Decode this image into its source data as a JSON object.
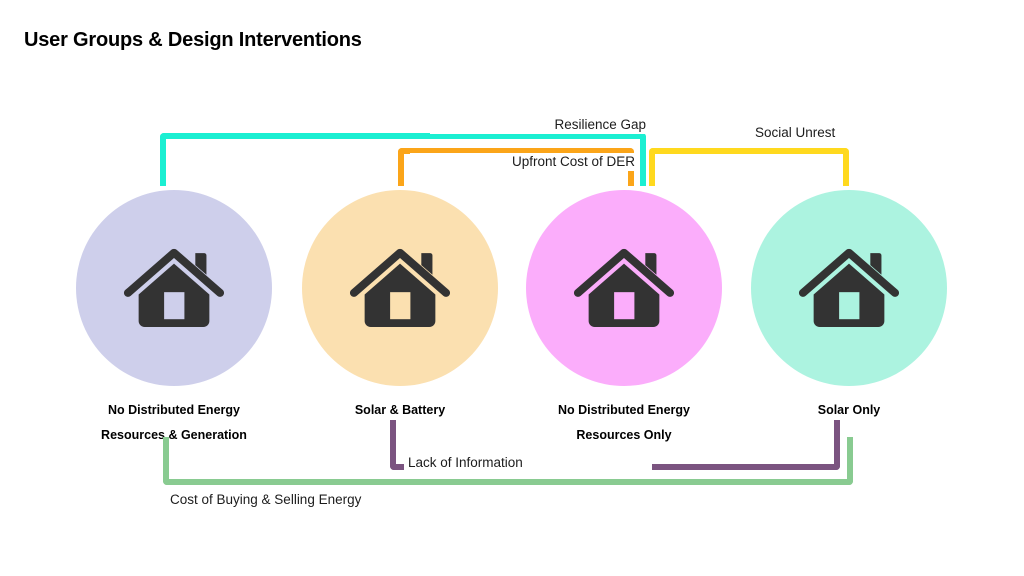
{
  "page": {
    "title": "User Groups & Design Interventions",
    "background": "#FFFFFF"
  },
  "personas": [
    {
      "id": "no-der-generation",
      "label_line1": "No Distributed Energy",
      "label_line2": "Resources & Generation",
      "circle_color": "#CECFEB",
      "icon": "house-icon"
    },
    {
      "id": "solar-battery",
      "label_line1": "Solar & Battery",
      "label_line2": "",
      "circle_color": "#FBE0B0",
      "icon": "house-icon"
    },
    {
      "id": "no-der-only",
      "label_line1": "No Distributed Energy",
      "label_line2": "Resources  Only",
      "circle_color": "#FBADFB",
      "icon": "house-icon"
    },
    {
      "id": "solar-only",
      "label_line1": "Solar Only",
      "label_line2": "",
      "circle_color": "#ACF3E0",
      "icon": "house-icon"
    }
  ],
  "interventions": [
    {
      "id": "resilience-gap",
      "label": "Resilience Gap",
      "color": "#1BEFD2",
      "position": "top"
    },
    {
      "id": "upfront-cost-of-der",
      "label": "Upfront Cost of DER",
      "color": "#FBA519",
      "position": "top"
    },
    {
      "id": "social-unrest",
      "label": "Social Unrest",
      "color": "#FFD91E",
      "position": "top"
    },
    {
      "id": "lack-of-information",
      "label": "Lack of Information",
      "color": "#7B5480",
      "position": "bottom"
    },
    {
      "id": "cost-of-buying-selling-energy",
      "label": "Cost of Buying & Selling Energy",
      "color": "#89CB91",
      "position": "bottom"
    }
  ],
  "colors": {
    "icon_dark": "#333333",
    "text_dark": "#1C1C1C",
    "title_black": "#000000"
  }
}
